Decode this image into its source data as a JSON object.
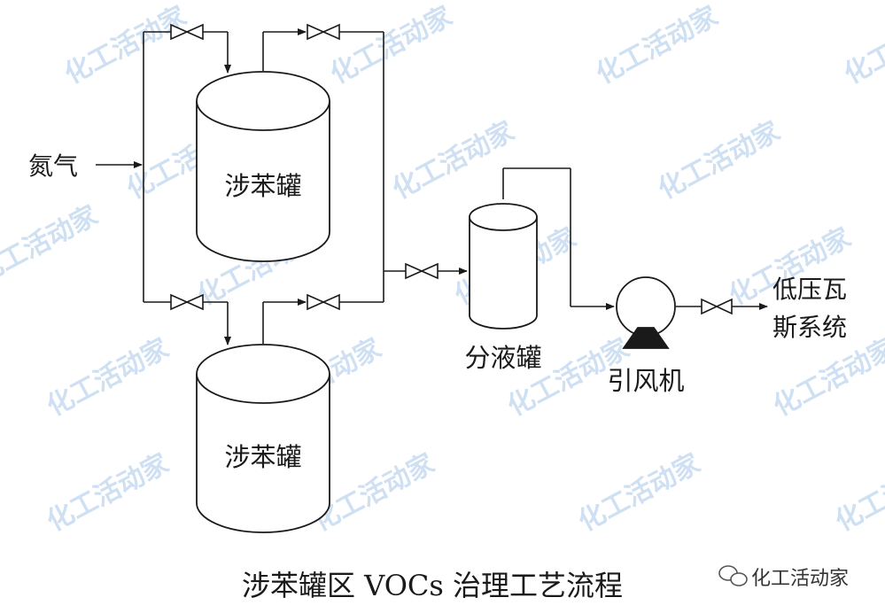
{
  "labels": {
    "nitrogen": "氮气",
    "tank_upper": "涉苯罐",
    "tank_lower": "涉苯罐",
    "separator": "分液罐",
    "fan": "引风机",
    "low_pressure_gas_line1": "低压瓦",
    "low_pressure_gas_line2": "斯系统"
  },
  "caption": "涉苯罐区 VOCs 治理工艺流程",
  "brand": {
    "name": "化工活动家",
    "icon": "wechat-icon"
  },
  "watermark": {
    "text": "化工活动家",
    "color": "#a9c7ea"
  }
}
